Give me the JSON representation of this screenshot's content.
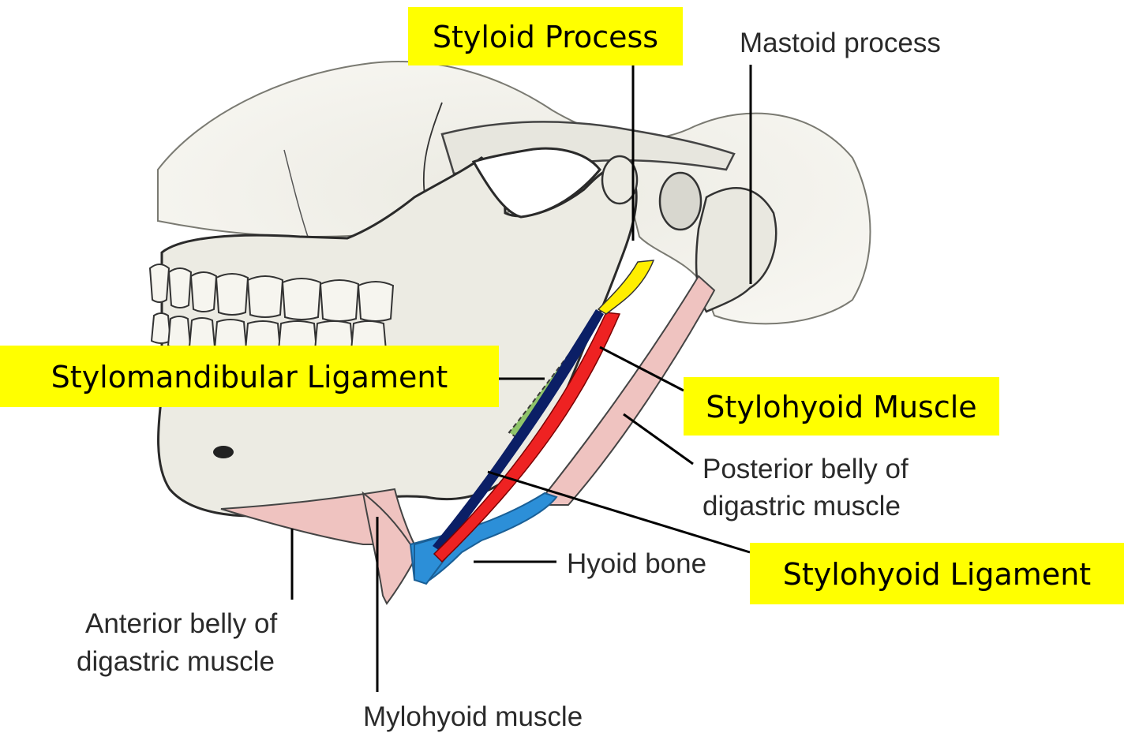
{
  "colors": {
    "highlight": "#ffff00",
    "styloid_process": "#ffee00",
    "stylohyoid_muscle": "#ee2222",
    "stylohyoid_ligament": "#0b1f66",
    "stylomandibular_ligament": "#8fc46a",
    "hyoid_bone": "#2c8fd8",
    "muscle_pink": "#efc3c0",
    "bone": "#ecebe3"
  },
  "labels": {
    "styloid_process": "Styloid Process",
    "stylomandibular_ligament": "Stylomandibular Ligament",
    "stylohyoid_muscle": "Stylohyoid Muscle",
    "stylohyoid_ligament": "Stylohyoid Ligament",
    "mastoid_process": "Mastoid process",
    "posterior_belly_line1": "Posterior belly of",
    "posterior_belly_line2": "digastric muscle",
    "hyoid_bone": "Hyoid bone",
    "anterior_belly_line1": "Anterior belly of",
    "anterior_belly_line2": "digastric muscle",
    "mylohyoid_muscle": "Mylohyoid muscle"
  }
}
